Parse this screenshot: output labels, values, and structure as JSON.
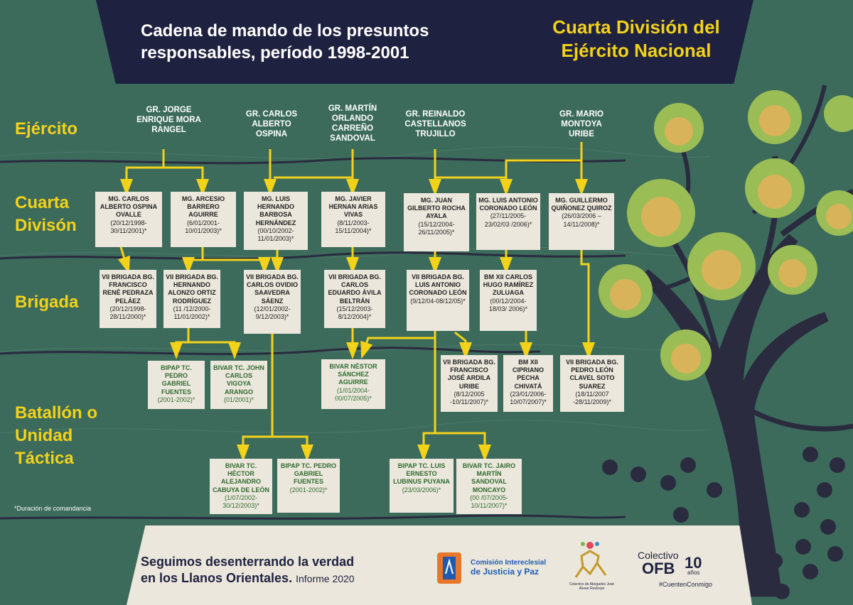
{
  "header": {
    "title": "Cadena de mando de los presuntos responsables, período 1998-2001",
    "unit": "Cuarta División del Ejército Nacional"
  },
  "levels": {
    "ejercito": "Ejército",
    "division": "Cuarta Divisón",
    "brigada": "Brigada",
    "batallon": "Batallón o Unidad Táctica"
  },
  "generals": [
    "GR. JORGE ENRIQUE MORA RANGEL",
    "GR. CARLOS ALBERTO OSPINA",
    "GR. MARTÍN ORLANDO CARREÑO SANDOVAL",
    "GR. REINALDO CASTELLANOS TRUJILLO",
    "GR. MARIO MONTOYA URIBE"
  ],
  "division": [
    {
      "name": "MG. CARLOS ALBERTO OSPINA OVALLE",
      "dates": "(20/12/1998-30/11/2001)*"
    },
    {
      "name": "MG. ARCESIO BARRERO AGUIRRE",
      "dates": "(6/01/2001-10/01/2003)*"
    },
    {
      "name": "MG. LUIS HERNANDO BARBOSA HERNÁNDEZ",
      "dates": "(00/10/2002-11/01/2003)*"
    },
    {
      "name": "MG. JAVIER HERNAN ARIAS VIVAS",
      "dates": "(8/11/2003-15/11/2004)*"
    },
    {
      "name": "MG. JUAN GILBERTO ROCHA AYALA",
      "dates": "(15/12/2004-26/11/2005)*"
    },
    {
      "name": "MG. LUIS ANTONIO CORONADO LEÓN",
      "dates": "(27/11/2005-23/02/03 /2006)*"
    },
    {
      "name": "MG. GUILLERMO QUIÑONEZ QUIROZ",
      "dates": "(26/03/2006 – 14/11/2008)*"
    }
  ],
  "brigadas": [
    {
      "name": "VII BRIGADA BG. FRANCISCO RENÉ PEDRAZA PELÁEZ",
      "dates": "(20/12/1998-28/11/2000)*"
    },
    {
      "name": "VII BRIGADA BG. HERNANDO ALONZO ORTIZ RODRÍGUEZ",
      "dates": "(11 /12/2000-11/01/2002)*"
    },
    {
      "name": "VII BRIGADA BG. CARLOS OVIDIO SAAVEDRA SÁENZ",
      "dates": "(12/01/2002-9/12/2003)*"
    },
    {
      "name": "VII BRIGADA BG. CARLOS EDUARDO ÁVILA BELTRÁN",
      "dates": "(15/12/2003-8/12/2004)*"
    },
    {
      "name": "VII BRIGADA BG. LUIS ANTONIO CORONADO LEÓN",
      "dates": "(9/12/04-08/12/05)*"
    },
    {
      "name": "BM XII CARLOS HUGO RAMÍREZ ZULUAGA",
      "dates": "(00/12/2004-18/03/ 2006)*"
    },
    {
      "name": "VII BRIGADA BG. FRANCISCO JOSÉ ARDILA URIBE",
      "dates": "(8/12/2005 -10/11/2007)*"
    },
    {
      "name": "BM XII CIPRIANO PECHA CHIVATÁ",
      "dates": "(23/01/2006-10/07/2007)*"
    },
    {
      "name": "VII BRIGADA BG. PEDRO LEÓN CLAVEL SOTO SUAREZ",
      "dates": "(18/11/2007 -28/11/2009)*"
    }
  ],
  "batallones": [
    {
      "name": "BIPAP TC. PEDRO GABRIEL FUENTES",
      "dates": "(2001-2002)*"
    },
    {
      "name": "BIVAR TC. JOHN CARLOS VIGOYA ARANGO",
      "dates": "(01/2001)*"
    },
    {
      "name": "BIVAR NÉSTOR SÁNCHEZ AGUIRRE",
      "dates": "(1/01/2004-00/07/2005)*"
    },
    {
      "name": "BIVAR TC. HÉCTOR ALEJANDRO CABUYA DE LEÓN",
      "dates": "(1/07/2002-30/12/2003)*"
    },
    {
      "name": "BIPAP TC. PEDRO GABRIEL FUENTES",
      "dates": "(2001-2002)*"
    },
    {
      "name": "BIPAP TC. LUIS ERNESTO LUBINUS PUYANA",
      "dates": "(23/03/2006)*"
    },
    {
      "name": "BIVAR TC. JAIRO MARTÍN SANDOVAL MONCAYO",
      "dates": "(00 /07/2005-10/11/2007)*"
    }
  ],
  "note": "*Duración de comandancia",
  "footer": {
    "tagline_1": "Seguimos desenterrando la verdad",
    "tagline_2": "en los Llanos Orientales.",
    "report": "Informe 2020",
    "logo_cij_1": "Comisión Intereclesial",
    "logo_cij_2": "de Justicia y Paz",
    "logo_cajar": "Colectivo de Abogados José Alvear Restrepo",
    "logo_cfb_1": "Colectivo",
    "logo_cfb_2": "OFB",
    "logo_cfb_3": "10",
    "logo_cfb_4": "años",
    "logo_cfb_5": "#CuentenConmigo"
  },
  "colors": {
    "background": "#3c6b5c",
    "accent": "#f3d21a",
    "navy": "#1f2140",
    "card": "#ece7dc"
  }
}
